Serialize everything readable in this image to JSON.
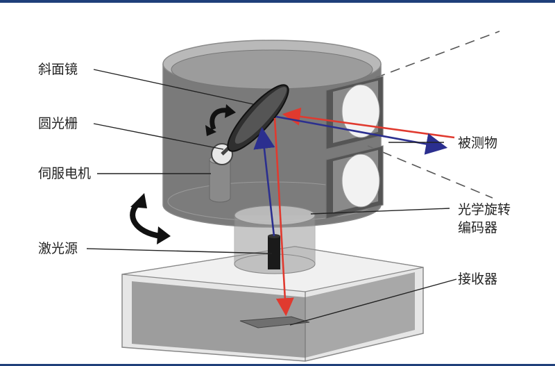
{
  "labels": {
    "mirror": "斜面镜",
    "grating": "圆光栅",
    "motor": "伺服电机",
    "laser": "激光源",
    "target": "被测物",
    "encoder_line1": "光学旋转",
    "encoder_line2": "编码器",
    "receiver": "接收器"
  },
  "colors": {
    "frame_line": "#1f3f7a",
    "emit_beam": "#e03a2f",
    "return_beam": "#2b2f8f",
    "rotate_arrow": "#111111"
  }
}
